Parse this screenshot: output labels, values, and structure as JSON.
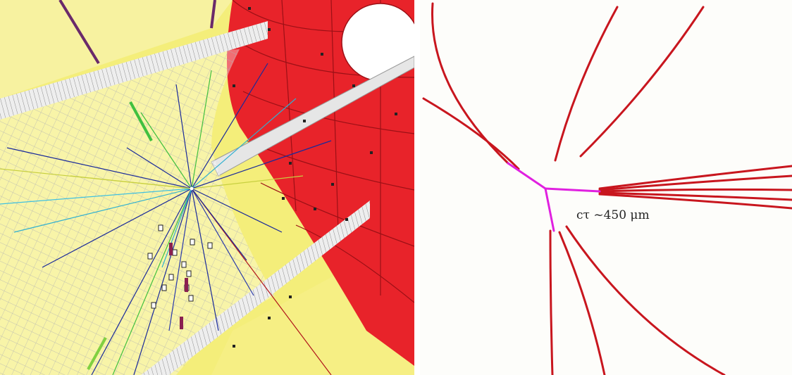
{
  "right_panel": {
    "annotation": "cτ ~450 μm"
  },
  "colors": {
    "endcap_red": "#e8232a",
    "tracker_yellow": "#f4ee7a",
    "track_red": "#c8161e",
    "decay_magenta": "#e020e0",
    "mesh_grey": "#9a9a9a",
    "background": "#fdfdfa"
  },
  "icons": [
    "event-display",
    "decay-vertex-diagram"
  ]
}
